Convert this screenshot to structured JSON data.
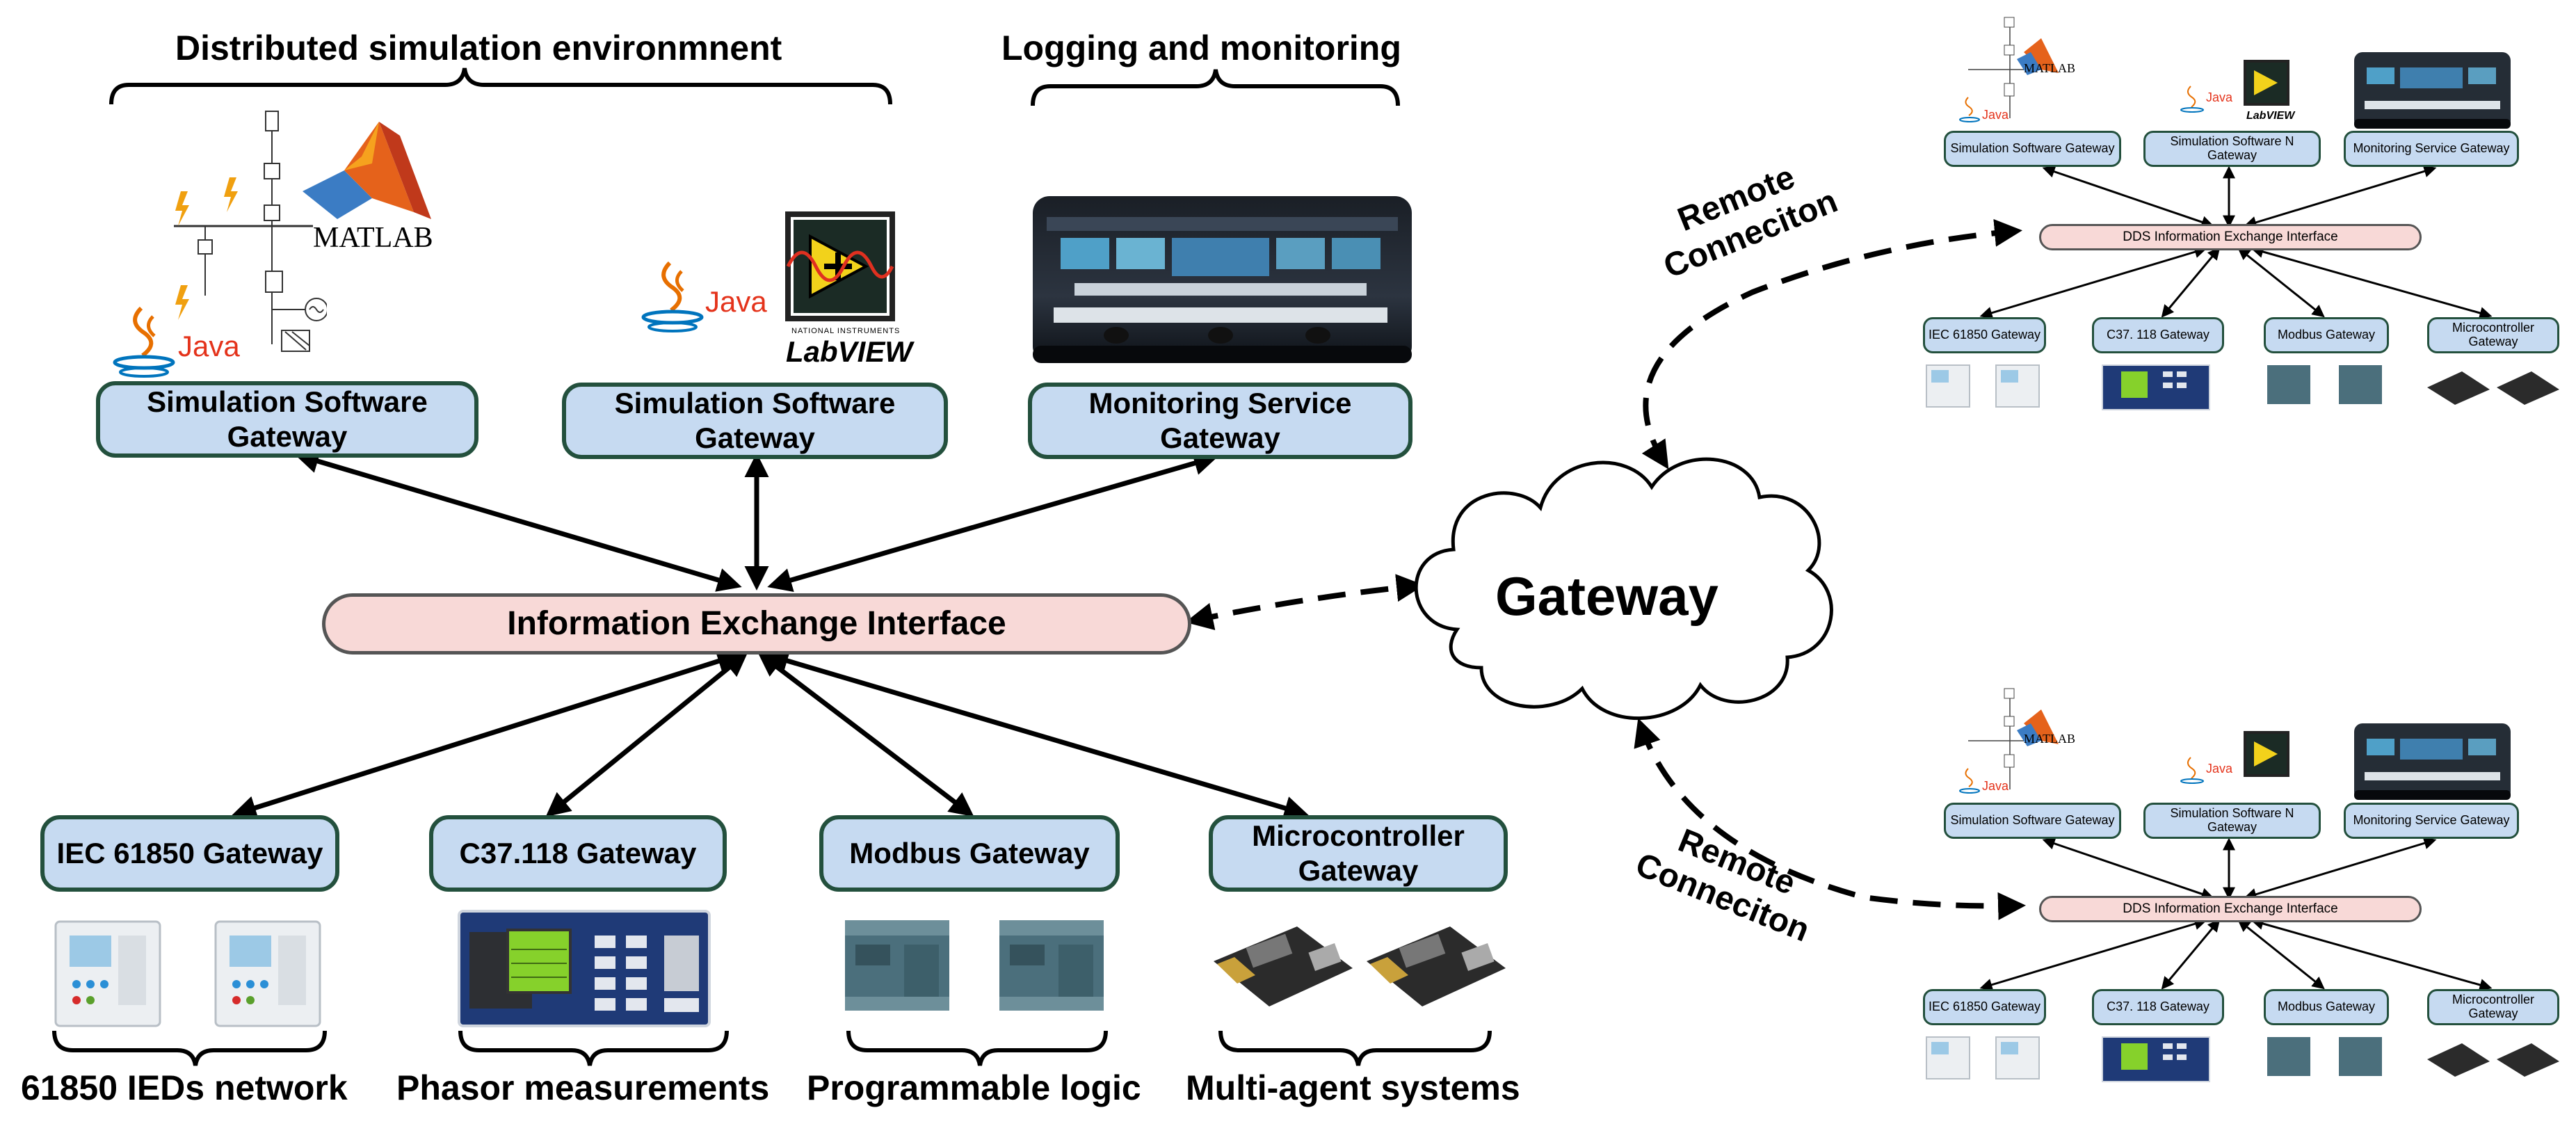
{
  "headers": {
    "distributed": "Distributed simulation environmnent",
    "logging": "Logging and monitoring"
  },
  "main": {
    "sim_gw_1": "Simulation Software Gateway",
    "sim_gw_2": "Simulation Software Gateway",
    "mon_gw": "Monitoring Service Gateway",
    "iei": "Information Exchange Interface",
    "iec_gw": "IEC 61850 Gateway",
    "c37_gw": "C37.118 Gateway",
    "modbus_gw": "Modbus Gateway",
    "micro_gw": "Microcontroller Gateway"
  },
  "bottom_labels": {
    "ieds": "61850 IEDs network",
    "phasor": "Phasor measurements",
    "plc": "Programmable logic",
    "mas": "Multi-agent systems"
  },
  "logos": {
    "matlab": "MATLAB",
    "java": "Java",
    "labview": "LabVIEW",
    "ni": "NATIONAL INSTRUMENTS"
  },
  "cloud": {
    "label": "Gateway"
  },
  "remote": {
    "line1": "Remote",
    "line2": "Conneciton"
  },
  "small_site": {
    "sim_gw_1": "Simulation Software Gateway",
    "sim_gw_2": "Simulation Software N Gateway",
    "mon_gw": "Monitoring Service Gateway",
    "dds": "DDS Information Exchange Interface",
    "iec": "IEC 61850 Gateway",
    "c37": "C37. 118 Gateway",
    "modbus": "Modbus Gateway",
    "micro": "Microcontroller Gateway"
  },
  "colors": {
    "gateway_fill": "#c6daf1",
    "gateway_border": "#23503d",
    "iei_fill": "#f8d9d7"
  }
}
